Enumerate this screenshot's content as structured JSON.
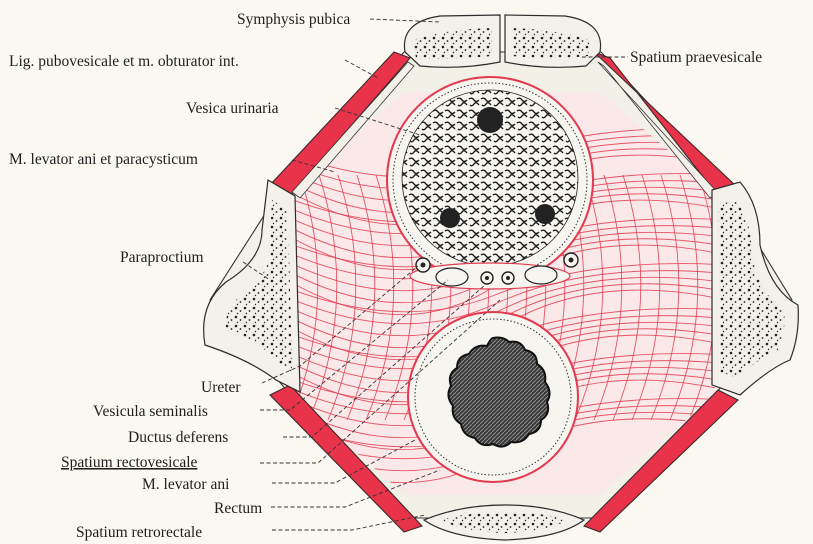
{
  "labels": {
    "symphysis": "Symphysis pubica",
    "lig_pubovesicale": "Lig. pubovesicale et m. obturator int.",
    "spatium_praevesicale": "Spatium praevesicale",
    "vesica": "Vesica urinaria",
    "levator_paracysticum": "M. levator ani et paracysticum",
    "paraproctium": "Paraproctium",
    "ureter": "Ureter",
    "vesicula": "Vesicula seminalis",
    "ductus": "Ductus deferens",
    "rectovesicale": "Spatium rectovesicale",
    "levator_ani": "M. levator ani",
    "rectum": "Rectum",
    "retrorectale": "Spatium retrorectale"
  },
  "colors": {
    "muscle": "#e8334a",
    "fiber": "#e23a4e",
    "tissue": "#f3f0e8",
    "bone": "#f4f1ea",
    "background": "#fbf8f1"
  }
}
